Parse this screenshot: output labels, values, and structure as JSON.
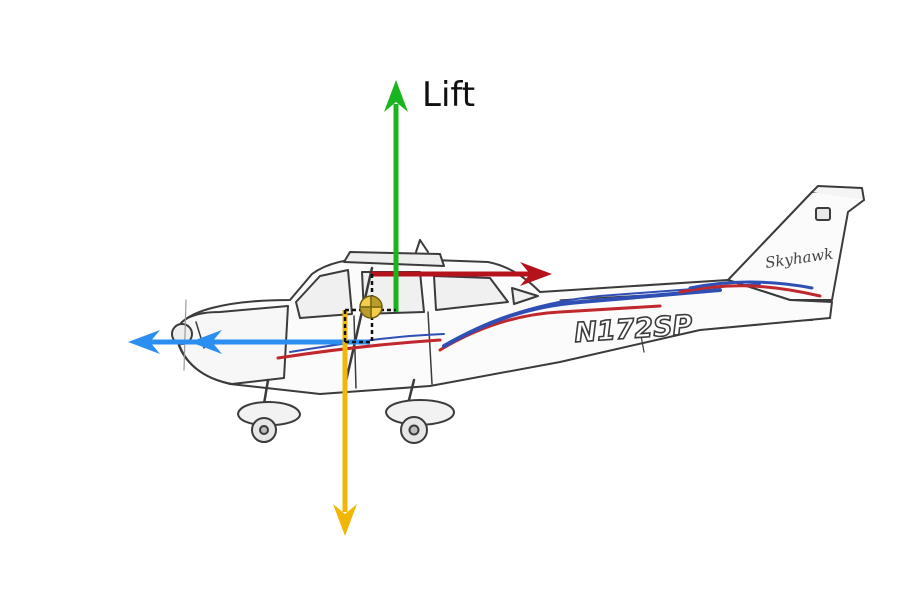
{
  "diagram": {
    "labels": {
      "lift": "Lift"
    },
    "aircraft": {
      "registration": "N172SP",
      "tail_script": "Skyhawk"
    },
    "colors": {
      "lift": "#19b51e",
      "thrust": "#b5121b",
      "weight": "#f2b705",
      "drag": "#2a8ff0",
      "stripe_red": "#c0282d",
      "stripe_blue": "#2f4fb5",
      "outline": "#3b3b3b"
    },
    "icons": [
      "center-of-gravity-icon"
    ]
  }
}
